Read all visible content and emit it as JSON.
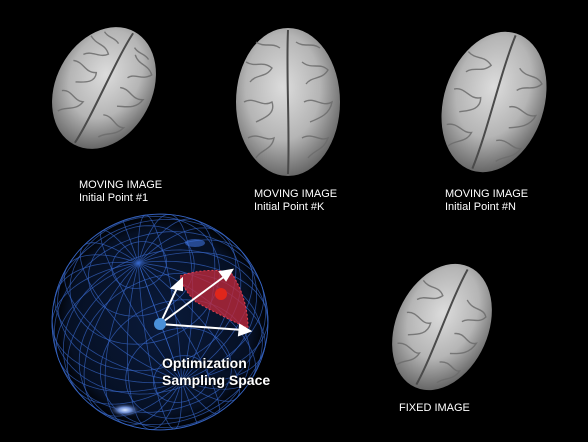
{
  "moving_images": [
    {
      "line1": "MOVING IMAGE",
      "line2": "Initial Point #1"
    },
    {
      "line1": "MOVING IMAGE",
      "line2": "Initial Point #K"
    },
    {
      "line1": "MOVING IMAGE",
      "line2": "Initial Point #N"
    }
  ],
  "fixed_image": {
    "label": "FIXED IMAGE"
  },
  "sampling_space": {
    "line1": "Optimization",
    "line2": "Sampling Space"
  },
  "colors": {
    "background": "#000000",
    "sphere_grid": "#3c6fd8",
    "sample_region": "#c0283a",
    "optimum_point": "#e0261b",
    "origin_point": "#4a90d9",
    "vectors": "#ffffff",
    "brain_tissue": "#b9b9b9"
  }
}
